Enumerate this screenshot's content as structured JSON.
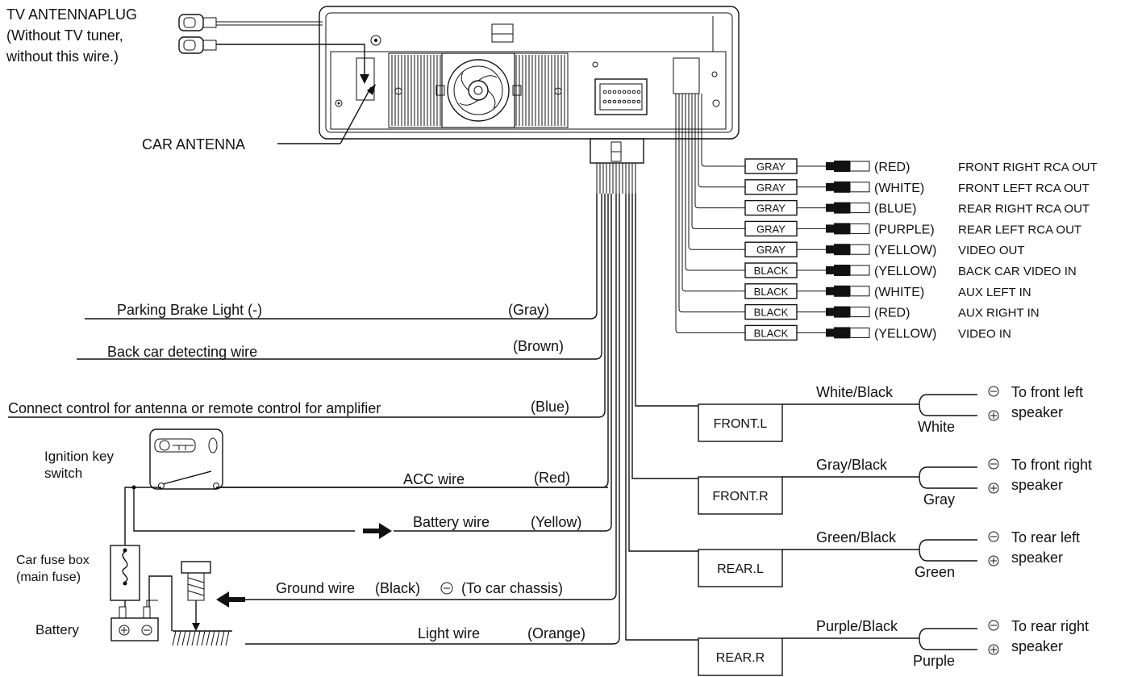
{
  "top_labels": {
    "tv_antenna_1": "TV ANTENNAPLUG",
    "tv_antenna_2": "(Without TV tuner,",
    "tv_antenna_3": "without this wire.)",
    "car_antenna": "CAR ANTENNA"
  },
  "rca_outputs": [
    {
      "wire": "GRAY",
      "color": "(RED)",
      "desc": "FRONT RIGHT RCA OUT"
    },
    {
      "wire": "GRAY",
      "color": "(WHITE)",
      "desc": "FRONT LEFT RCA OUT"
    },
    {
      "wire": "GRAY",
      "color": "(BLUE)",
      "desc": "REAR RIGHT RCA OUT"
    },
    {
      "wire": "GRAY",
      "color": "(PURPLE)",
      "desc": "REAR LEFT RCA OUT"
    },
    {
      "wire": "GRAY",
      "color": "(YELLOW)",
      "desc": "VIDEO OUT"
    },
    {
      "wire": "BLACK",
      "color": "(YELLOW)",
      "desc": "BACK CAR VIDEO IN"
    },
    {
      "wire": "BLACK",
      "color": "(WHITE)",
      "desc": "AUX LEFT IN"
    },
    {
      "wire": "BLACK",
      "color": "(RED)",
      "desc": "AUX RIGHT IN"
    },
    {
      "wire": "BLACK",
      "color": "(YELLOW)",
      "desc": "VIDEO IN"
    }
  ],
  "wires": [
    {
      "label": "Parking Brake Light (-)",
      "color": "(Gray)"
    },
    {
      "label": "Back car detecting wire",
      "color": "(Brown)"
    },
    {
      "label": "Connect control for antenna or remote control for amplifier",
      "color": "(Blue)"
    },
    {
      "label": "ACC wire",
      "color": "(Red)"
    },
    {
      "label": "Battery wire",
      "color": "(Yellow)"
    },
    {
      "label": "Ground wire",
      "color": "(Black)",
      "note": "(To car chassis)"
    },
    {
      "label": "Light wire",
      "color": "(Orange)"
    }
  ],
  "left_labels": {
    "ignition_1": "Ignition key",
    "ignition_2": "switch",
    "fuse_1": "Car fuse box",
    "fuse_2": "(main fuse)",
    "battery": "Battery"
  },
  "speakers": [
    {
      "box": "FRONT.L",
      "neg_wire": "White/Black",
      "pos_wire": "White",
      "target_1": "To front left",
      "target_2": "speaker"
    },
    {
      "box": "FRONT.R",
      "neg_wire": "Gray/Black",
      "pos_wire": "Gray",
      "target_1": "To front right",
      "target_2": "speaker"
    },
    {
      "box": "REAR.L",
      "neg_wire": "Green/Black",
      "pos_wire": "Green",
      "target_1": "To rear left",
      "target_2": "speaker"
    },
    {
      "box": "REAR.R",
      "neg_wire": "Purple/Black",
      "pos_wire": "Purple",
      "target_1": "To rear right",
      "target_2": "speaker"
    }
  ]
}
